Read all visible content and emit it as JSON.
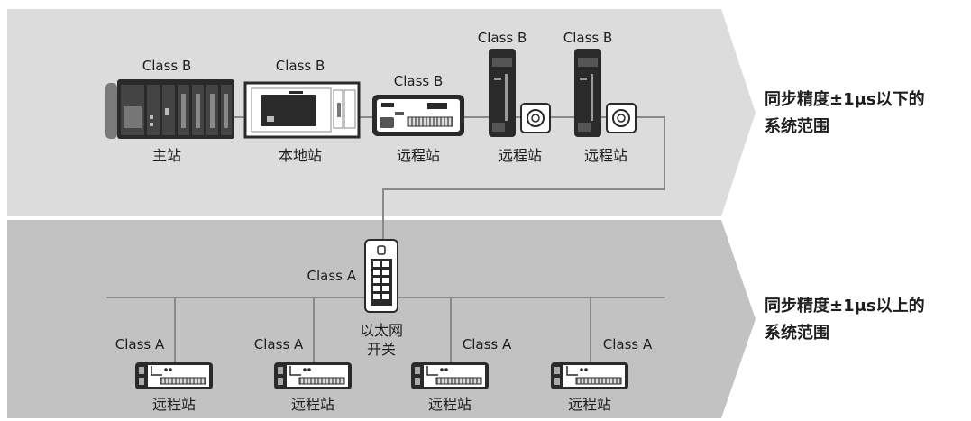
{
  "zones": [
    {
      "line1": "同步精度±1μs以下的",
      "line2": "系统范围"
    },
    {
      "line1": "同步精度±1μs以上的",
      "line2": "系统范围"
    }
  ],
  "upper_devices": [
    {
      "class_label": "Class B",
      "name": "主站"
    },
    {
      "class_label": "Class B",
      "name": "本地站"
    },
    {
      "class_label": "Class B",
      "name": "远程站"
    },
    {
      "class_label": "Class B",
      "name": "远程站"
    },
    {
      "class_label": "Class B",
      "name": "远程站"
    }
  ],
  "switch": {
    "class_label": "Class A",
    "name_line1": "以太网",
    "name_line2": "开关"
  },
  "lower_devices": [
    {
      "class_label": "Class A",
      "name": "远程站"
    },
    {
      "class_label": "Class A",
      "name": "远程站"
    },
    {
      "class_label": "Class A",
      "name": "远程站"
    },
    {
      "class_label": "Class A",
      "name": "远程站"
    }
  ]
}
